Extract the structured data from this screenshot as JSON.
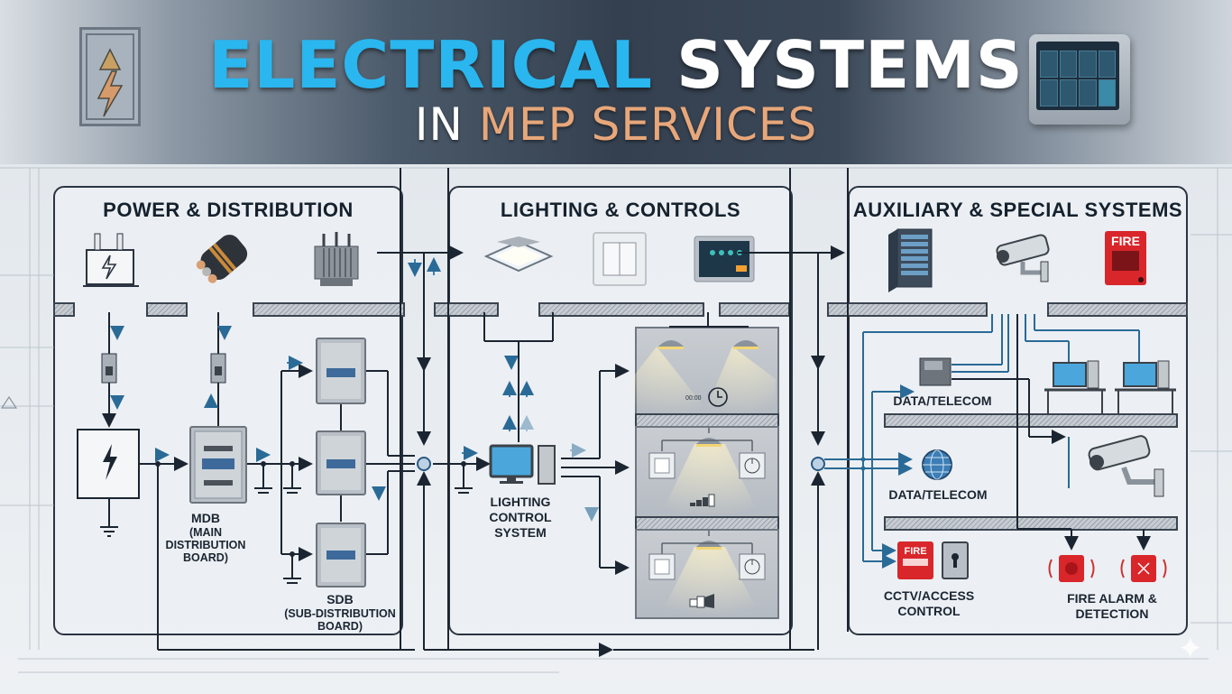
{
  "header": {
    "title_part1": "ELECTRICAL",
    "title_part2": "SYSTEMS",
    "subtitle_part1": "IN",
    "subtitle_part2": "MEP SERVICES",
    "colors": {
      "title_blue": "#2ab6ef",
      "subtitle_orange": "#e8a77a",
      "header_dark": "#34404f"
    },
    "left_icon": "high-voltage-warning-icon",
    "right_icon": "control-tablet-icon"
  },
  "panels": [
    {
      "id": "power",
      "title": "POWER & DISTRIBUTION",
      "top_icons": [
        "transformer-icon",
        "cable-bundle-icon",
        "power-transformer-icon"
      ],
      "labels": {
        "mdb_title": "MDB",
        "mdb_sub": "(MAIN DISTRIBUTION BOARD)",
        "sdb_title": "SDB",
        "sdb_sub": "(SUB-DISTRIBUTION BOARD)"
      }
    },
    {
      "id": "lighting",
      "title": "LIGHTING & CONTROLS",
      "top_icons": [
        "ceiling-light-icon",
        "light-switch-icon",
        "touch-control-panel-icon"
      ],
      "labels": {
        "lcs": "LIGHTING CONTROL SYSTEM",
        "timer_text": "00:00"
      }
    },
    {
      "id": "auxiliary",
      "title": "AUXILIARY & SPECIAL SYSTEMS",
      "top_icons": [
        "server-rack-icon",
        "cctv-camera-icon",
        "fire-alarm-pull-station-icon"
      ],
      "fire_label": "FIRE",
      "labels": {
        "data_telecom_1": "DATA/TELECOM",
        "data_telecom_2": "DATA/TELECOM",
        "cctv_access": "CCTV/ACCESS CONTROL",
        "fire_alarm": "FIRE ALARM & DETECTION"
      }
    }
  ]
}
